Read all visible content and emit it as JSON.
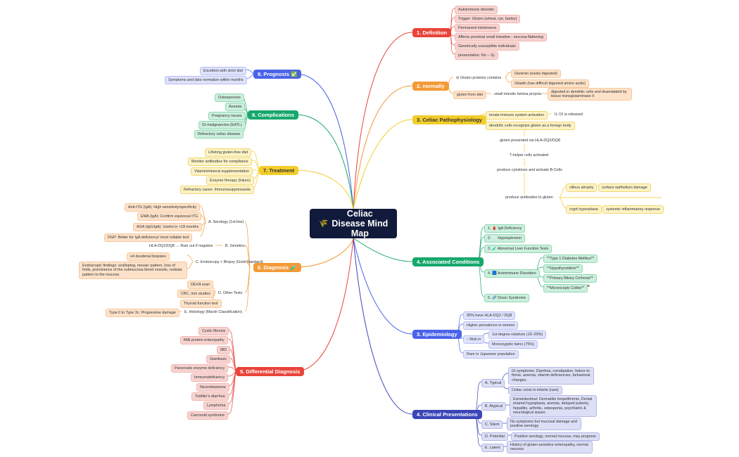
{
  "title": "Celiac Disease Mind Map",
  "title_icon": "wheat-icon",
  "colors": {
    "red": "#e9443a",
    "orange": "#f39a37",
    "yellow": "#f2cd2b",
    "green": "#17a86c",
    "blue": "#4a63e9",
    "navy": "#3b45b8",
    "center": "#111a3a"
  },
  "definition": {
    "label": "1. Definition",
    "items": [
      "Autoimmune disorder",
      "Trigger: Gluten (wheat, rye, barley)",
      "Permanent intolerance",
      "Affects proximal small intestine - mucosa flattening",
      "Genetically susceptible individuals",
      "presentation: 6m – 2y"
    ]
  },
  "normally": {
    "label": "2. normally",
    "gluten_proteins": "⊖ Gluten proteins contains",
    "glutenin": "Glutenin (easily digested)",
    "gliadin": "Gliadin (has difficult digested amino acids)",
    "gluten_from_diet": "gluten from diet",
    "lamina": "small intestin lamina propria",
    "digested": "digested in dendritic cells and deamidated by tissue transglutaminase II"
  },
  "pathophysiology": {
    "label": "3. Celiac Pathophysiology",
    "innate": "innate immune system activation",
    "il15": "IL-15 is released",
    "dendritic": "dendritic cells recognize gluten as a foreign body",
    "hla": "gluten presented via HLA-DQ2/DQ8",
    "thelper": "T-helper cells activated",
    "cytokines": "produce cytokines and activate B-Cells",
    "antibodies": "produce antibodies to gluten",
    "villous": "villous atrophy",
    "surface": "surface epithelium damage",
    "crypt": "crypt hyperplasia",
    "systemic": "systemic inflammatory response"
  },
  "associated": {
    "label": "4. Associated Conditions",
    "iga": "1. 🩸 IgA Deficiency",
    "hypo": "2. 🦷 Hyposplenism",
    "liver": "3. 🧪 Abnormal Liver Function Tests",
    "autoimmune": "4. 🟦 Autoimmune Disorders",
    "auto_items": [
      "**Type 1 Diabetes Mellitus**",
      "**Hypothyroidism**",
      "**Primary Biliary Cirrhosis**",
      "**Microscopic Colitis**"
    ],
    "down": "5. 🧬 Down Syndrome",
    "note_icon": "≡"
  },
  "epidemiology": {
    "label": "3. Epidemiology",
    "hla": "95% have HLA-DQ2 / DQ8",
    "women": "Higher prevalence in women",
    "risk": "↑ Risk in",
    "firstdeg": "1st-degree relatives (10–20%)",
    "twins": "Monozygotic twins (75%)",
    "japanese": "Rare in Japanese population"
  },
  "clinical": {
    "label": "4. Clinical Presentations",
    "typical": "A. Typical",
    "gi": "GI symptoms: Diarrhea, constipation, failure to thrive, anemia, vitamin deficiencies, behavioral changes.",
    "crisis": "Celiac crisis in infants (rare)",
    "atypical": "B. Atypical",
    "extra": "Extraintestinal: Dermatitis herpetiformis, Dental enamel hypoplasia, anemia, delayed puberty, hepatitis, arthritis, osteopenia, psychiatric & neurological issues",
    "silent": "C. Silent",
    "silent_text": "No symptoms but mucosal damage and positive serology",
    "potential": "D. Potential",
    "potential_text": "Positive serology, normal mucosa, may progress",
    "latent": "E. Latent",
    "latent_text": "History of gluten-sensitive enteropathy, normal mucosa"
  },
  "prognosis": {
    "label": "9. Prognosis ✅",
    "items": [
      "Excellent with strict diet",
      "Symptoms and labs normalize within months"
    ]
  },
  "complications": {
    "label": "8. Complications",
    "items": [
      "Osteoporosis",
      "Anemia",
      "Pregnancy issues",
      "GI malignancies (EATL)",
      "Refractory celiac disease"
    ]
  },
  "treatment": {
    "label": "7. Treatment",
    "items": [
      "Lifelong gluten-free diet",
      "Monitor antibodies for compliance",
      "Vitamin/mineral supplementation",
      "Enzyme therapy (future)",
      "Refractory cases: Immunosuppressants"
    ]
  },
  "diagnosis": {
    "label": "6. Diagnosis 🧪",
    "serology": "A. Serology (1st-line)",
    "serology_items": [
      "Anti-tTG (IgA): High sensitivity/specificity",
      "EMA (IgA): Confirm equivocal tTG",
      "AGA (IgG/IgA): Useful in <18 months",
      "DGP: Better for IgA deficiency/ most reliable test"
    ],
    "genetics": "B. Genetics",
    "genetics_item": "HLA-DQ2/DQ8 → Rule out if negative",
    "endoscopy": "C. Endoscopy + Biopsy (Gold Standard)",
    "endo_items": [
      "≥4 duodenal biopsies",
      "Endoscopic findings: scalloping, mosaic pattern, loss of folds, prominence of the submucosa blood vessels, nodular pattern to the mucosa"
    ],
    "other": "D. Other Tests",
    "other_items": [
      "DEXA scan",
      "CBC, iron studies",
      "Thyroid function test"
    ],
    "histology": "E. Histology (Marsh Classification)",
    "histology_item": "Type 0 to Type 3c: Progressive damage"
  },
  "differential": {
    "label": "5. Differential Diagnosis",
    "items": [
      "Cystic fibrosis",
      "Milk protein enteropathy",
      "IBD",
      "Giardiasis",
      "Pancreatic enzyme deficiency",
      "Immunodeficiency",
      "Neuroblastoma",
      "Toddler's diarrhea",
      "Lymphoma",
      "Carcinoid syndrome"
    ]
  }
}
